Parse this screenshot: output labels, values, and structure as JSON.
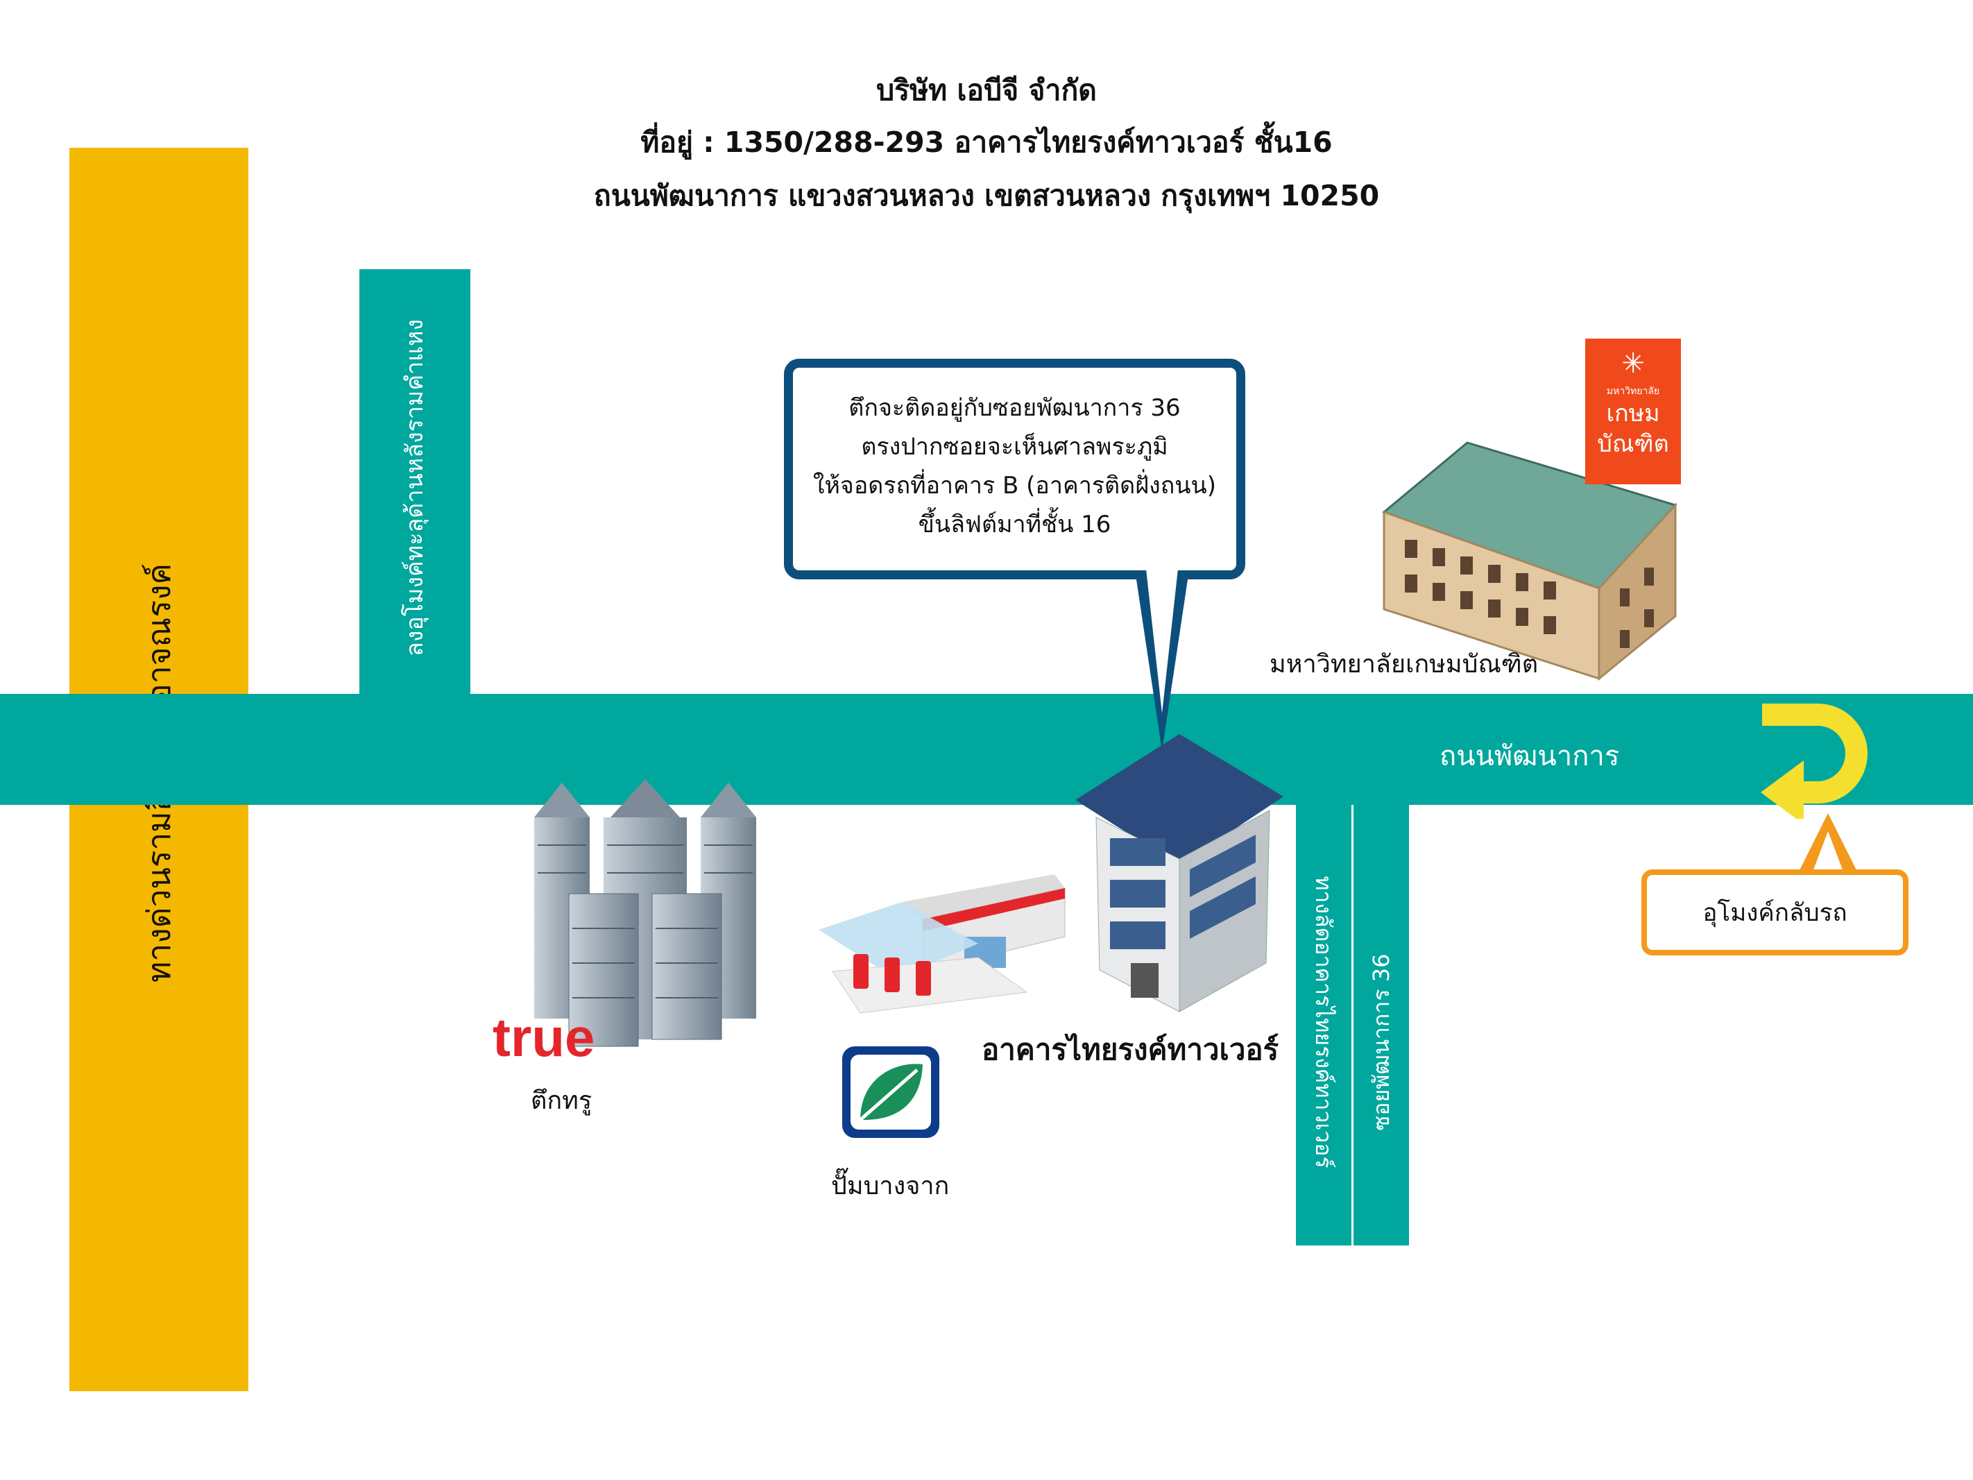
{
  "header": {
    "company": "บริษัท เอบีจี จำกัด",
    "address_line1": "ที่อยู่ : 1350/288-293 อาคารไทยรงค์ทาวเวอร์ ชั้น16",
    "address_line2": "ถนนพัฒนาการ แขวงสวนหลวง เขตสวนหลวง กรุงเทพฯ 10250"
  },
  "roads": {
    "expressway": "ทางด่วนรามอินทรา-อาจณรงค์",
    "tunnel_road": "ลงอุโมงค์ทะลุด้านหลังรามคำแหง",
    "main_road": "ถนนพัฒนาการ",
    "soi_shortcut": "ทางลัดอาคารไทยรงค์ทาวเวอร์",
    "soi_36": "ซอยพัฒนาการ 36"
  },
  "callout": {
    "lines": [
      "ตึกจะติดอยู่กับซอยพัฒนาการ 36",
      "ตรงปากซอยจะเห็นศาลพระภูมิ",
      "ให้จอดรถที่อาคาร B (อาคารติดฝั่งถนน)",
      "ขึ้นลิฟต์มาที่ชั้น 16"
    ]
  },
  "landmarks": {
    "true_logo": "true",
    "true_building": "ตึกทรู",
    "gas_station": "ปั๊มบางจาก",
    "office": "อาคารไทยรงค์ทาวเวอร์",
    "university": "มหาวิทยาลัยเกษมบัณฑิต",
    "university_logo_small": "มหาวิทยาลัย",
    "university_logo_line1": "เกษม",
    "university_logo_line2": "บัณฑิต",
    "u_turn": "อุโมงค์กลับรถ"
  },
  "colors": {
    "road": "#00a79d",
    "expressway": "#f5b800",
    "callout_border": "#0d4f7c",
    "u_turn_arrow": "#f5df2e",
    "tunnel_box_border": "#f39a1c",
    "true_red": "#e3262b",
    "university_orange": "#f04a1c",
    "bangchak_green": "#1a8f5a"
  },
  "icons": [
    "office-tower-icon",
    "gas-station-icon",
    "bangchak-leaf-icon",
    "university-building-icon",
    "u-turn-arrow-icon",
    "callout-pointer-icon"
  ]
}
